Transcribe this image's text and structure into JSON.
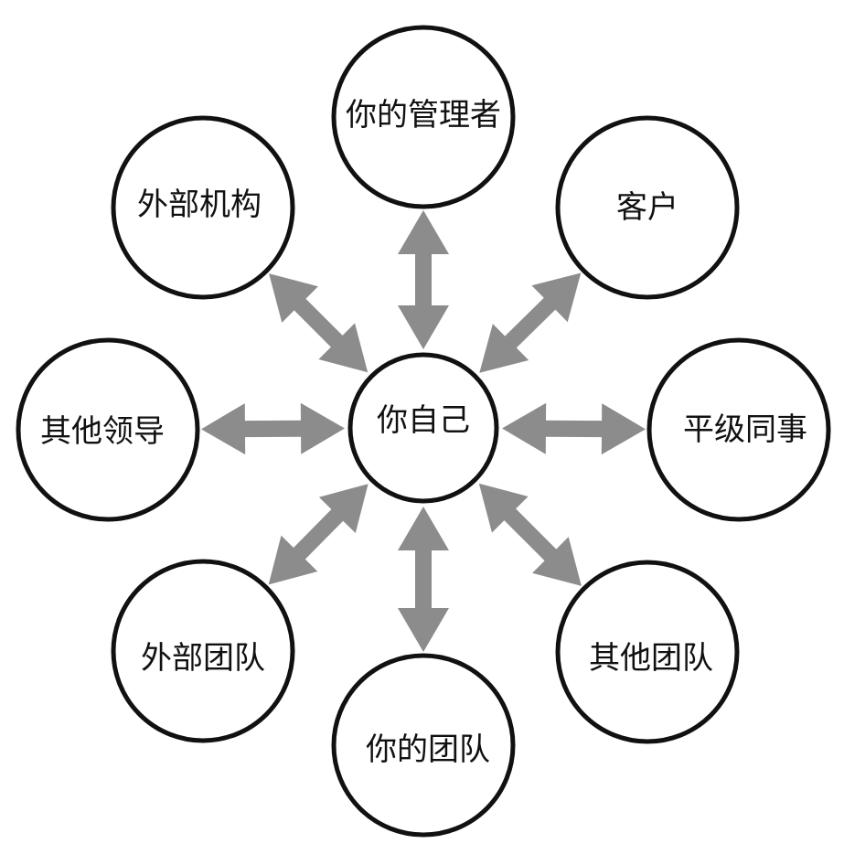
{
  "diagram": {
    "center": {
      "label": "你自己"
    },
    "nodes": [
      {
        "id": "manager",
        "label": "你的管理者"
      },
      {
        "id": "customers",
        "label": "客户"
      },
      {
        "id": "peers",
        "label": "平级同事"
      },
      {
        "id": "other-teams",
        "label": "其他团队"
      },
      {
        "id": "your-team",
        "label": "你的团队"
      },
      {
        "id": "external-teams",
        "label": "外部团队"
      },
      {
        "id": "other-leaders",
        "label": "其他领导"
      },
      {
        "id": "external-orgs",
        "label": "外部机构"
      }
    ],
    "colors": {
      "arrow": "#8c8c8c",
      "circle_stroke": "#111111",
      "circle_fill": "#ffffff",
      "text": "#111111"
    },
    "connector_style": "double-headed-arrow"
  }
}
